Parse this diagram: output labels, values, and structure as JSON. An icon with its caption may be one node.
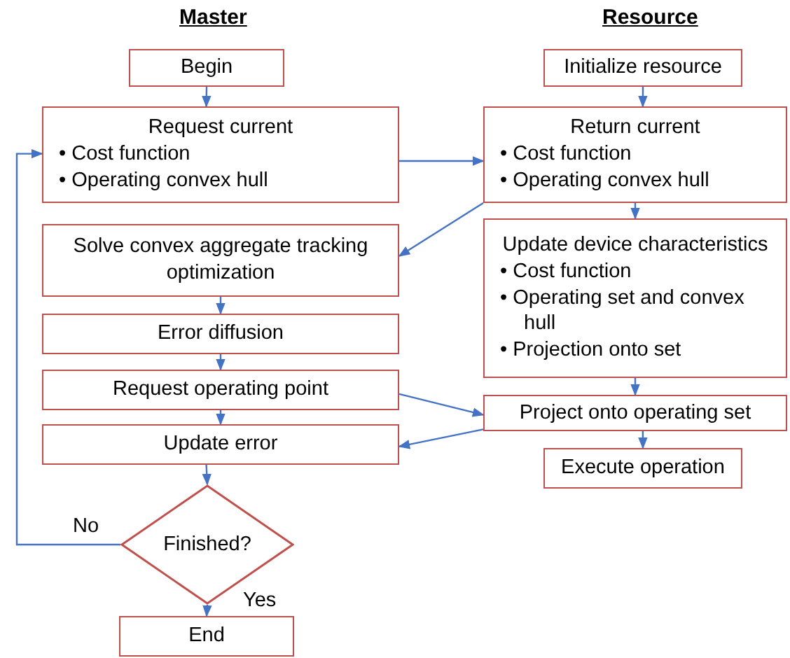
{
  "diagram": {
    "nodes": [
      {
        "text": [
          "Begin"
        ]
      },
      {
        "text": [
          "Request current",
          "• Cost function",
          "• Operating convex hull"
        ]
      },
      {
        "text": [
          "Solve convex aggregate tracking optimization"
        ]
      },
      {
        "text": [
          "Error diffusion"
        ]
      },
      {
        "text": [
          "Request operating point"
        ]
      },
      {
        "text": [
          "Update error"
        ]
      },
      {
        "text": [
          "Finished?"
        ]
      },
      {
        "text": [
          "End"
        ]
      },
      {
        "text": [
          "Initialize resource"
        ]
      },
      {
        "text": [
          "Return current",
          "• Cost function",
          "• Operating convex hull"
        ]
      },
      {
        "text": [
          "Update device characteristics",
          "• Cost function",
          "• Operating set and convex hull",
          "• Projection onto set"
        ]
      },
      {
        "text": [
          "Project onto operating set"
        ]
      },
      {
        "text": [
          "Execute operation"
        ]
      }
    ],
    "edges": [
      {
        "from": 0,
        "to": 1,
        "arrow": "to"
      },
      {
        "from": 1,
        "to": 9,
        "arrow": "to"
      },
      {
        "from": 8,
        "to": 9,
        "arrow": "to"
      },
      {
        "from": 9,
        "to": 2,
        "arrow": "to"
      },
      {
        "from": 9,
        "to": 10,
        "arrow": "to"
      },
      {
        "from": 2,
        "to": 3,
        "arrow": "to"
      },
      {
        "from": 3,
        "to": 4,
        "arrow": "to"
      },
      {
        "from": 4,
        "to": 11,
        "arrow": "to"
      },
      {
        "from": 4,
        "to": 5,
        "arrow": "to"
      },
      {
        "from": 11,
        "to": 5,
        "arrow": "to"
      },
      {
        "from": 10,
        "to": 11,
        "arrow": "to"
      },
      {
        "from": 11,
        "to": 12,
        "arrow": "to"
      },
      {
        "from": 5,
        "to": 6,
        "arrow": "to"
      },
      {
        "from": 6,
        "to": 7,
        "label": "Yes",
        "arrow": "to"
      },
      {
        "from": 6,
        "to": 1,
        "label": "No",
        "arrow": "to"
      }
    ],
    "labels": [
      "Master",
      "Resource"
    ]
  }
}
